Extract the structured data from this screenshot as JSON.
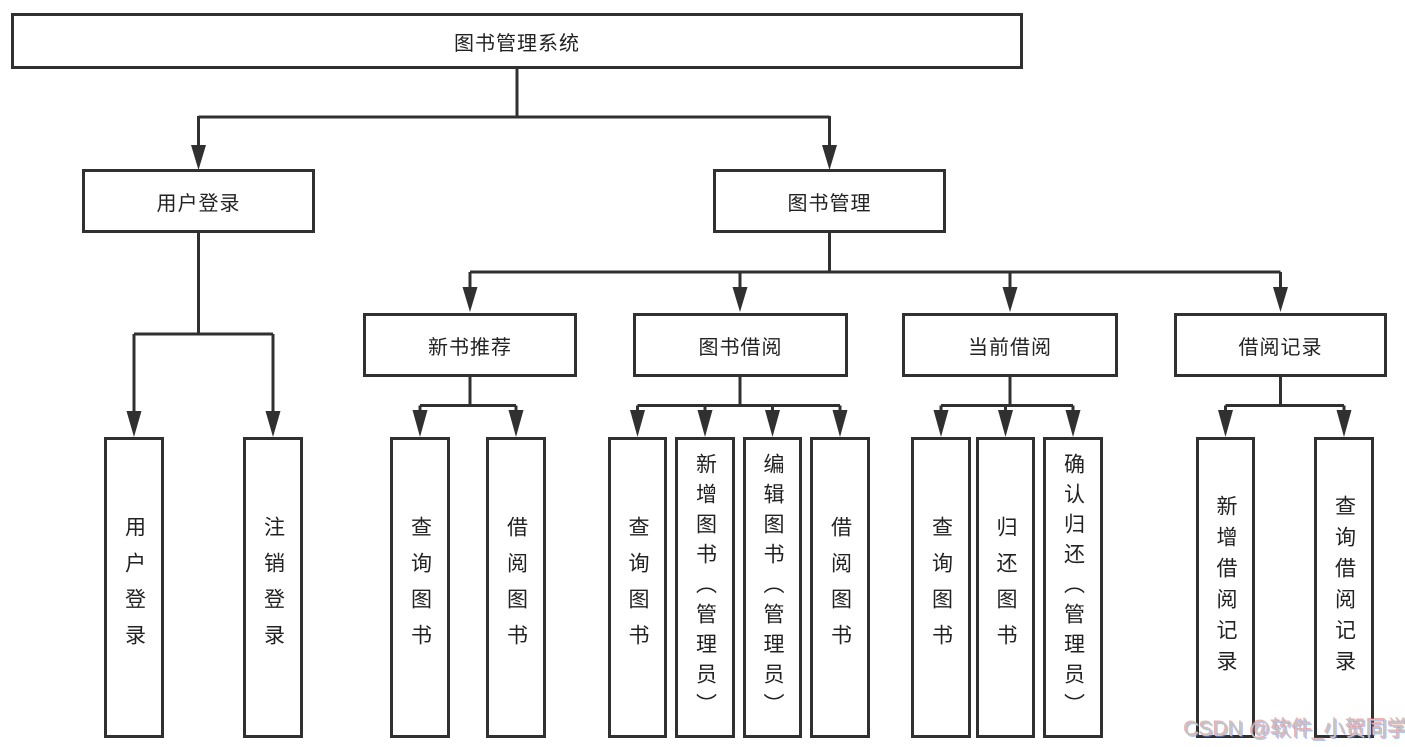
{
  "root": {
    "label": "图书管理系统"
  },
  "level2": [
    {
      "label": "用户登录"
    },
    {
      "label": "图书管理"
    }
  ],
  "level3": [
    {
      "label": "新书推荐"
    },
    {
      "label": "图书借阅"
    },
    {
      "label": "当前借阅"
    },
    {
      "label": "借阅记录"
    }
  ],
  "leaves": {
    "user_login": [
      "用户登录",
      "注销登录"
    ],
    "new_book_recommend": [
      "查询图书",
      "借阅图书"
    ],
    "book_borrow": [
      "查询图书",
      "新增图书（管理员）",
      "编辑图书（管理员）",
      "借阅图书"
    ],
    "current_borrow": [
      "查询图书",
      "归还图书",
      "确认归还（管理员）"
    ],
    "borrow_records": [
      "新增借阅记录",
      "查询借阅记录"
    ]
  },
  "watermark": "CSDN @软件_小贺同学",
  "colors": {
    "line": "#303030",
    "box_background": "#ffffff",
    "text": "#222222",
    "watermark": "#c4c4c4"
  }
}
